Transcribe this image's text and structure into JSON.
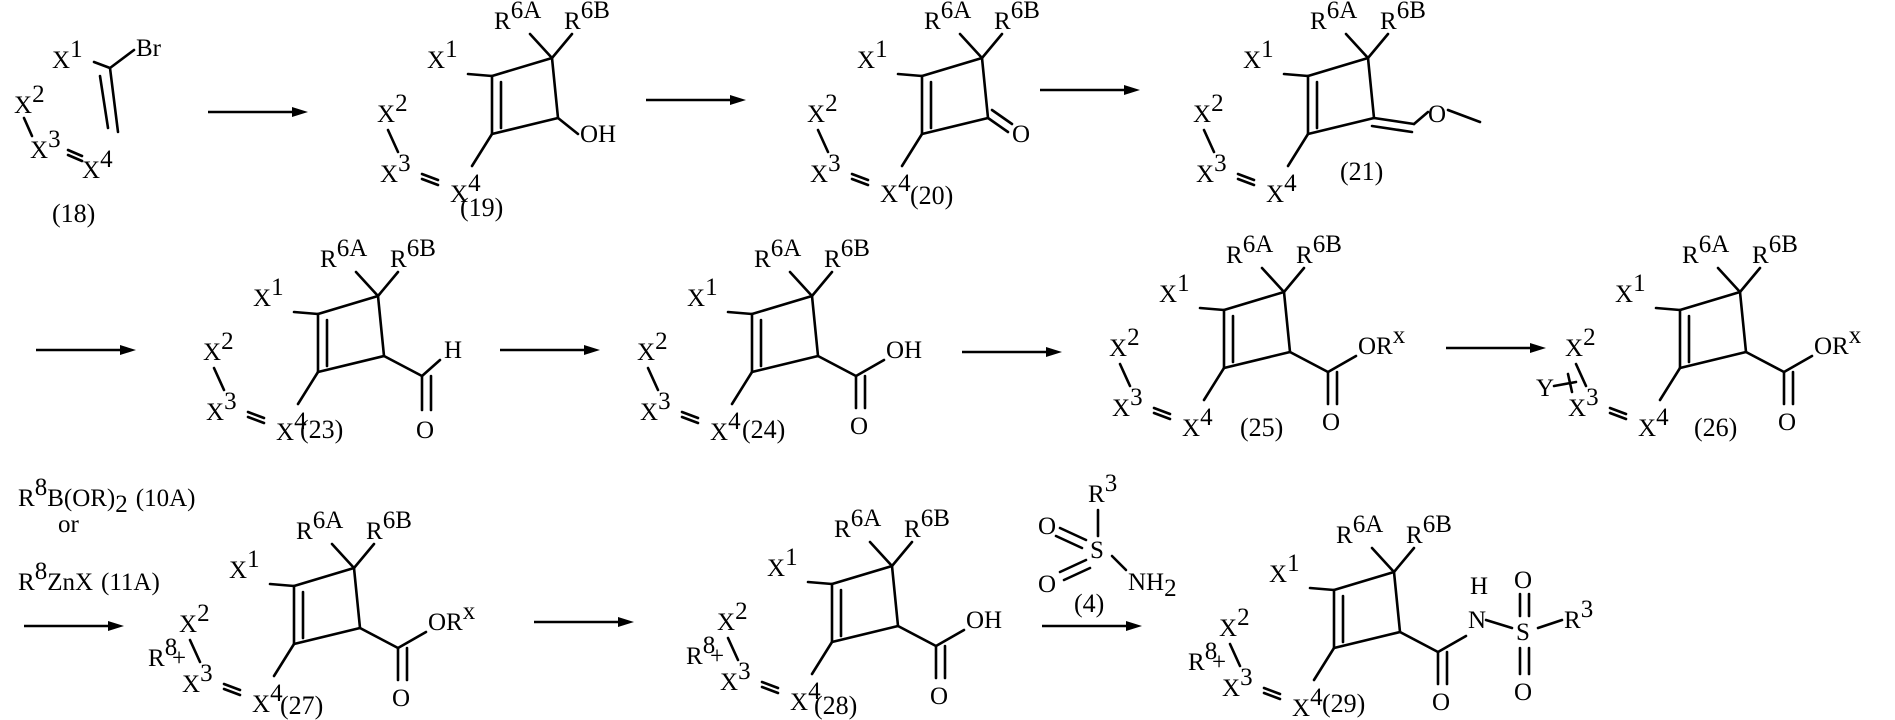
{
  "scheme": {
    "atoms": {
      "x1": "X",
      "x1_sup": "1",
      "x2": "X",
      "x2_sup": "2",
      "x3": "X",
      "x3_sup": "3",
      "x4": "X",
      "x4_sup": "4",
      "r6a": "R",
      "r6a_sup": "6A",
      "r6b": "R",
      "r6b_sup": "6B",
      "br": "Br",
      "oh": "OH",
      "o": "O",
      "h": "H",
      "or": "OR",
      "rx_sup": "x",
      "y": "Y",
      "r8": "R",
      "r8_sup": "8",
      "r3": "R",
      "r3_sup": "3",
      "s": "S",
      "n": "N",
      "nh": "NH",
      "nh_sub": "2",
      "cross": "+"
    },
    "compounds": {
      "c18": "(18)",
      "c19": "(19)",
      "c20": "(20)",
      "c21": "(21)",
      "c23": "(23)",
      "c24": "(24)",
      "c25": "(25)",
      "c26": "(26)",
      "c27": "(27)",
      "c28": "(28)",
      "c29": "(29)",
      "c4": "(4)"
    },
    "reagents": {
      "line1_r": "R",
      "line1_sup": "8",
      "line1_text": "B(OR)",
      "line1_sub": "2",
      "line1_tag": "(10A)",
      "or_word": "or",
      "line2_r": "R",
      "line2_sup": "8",
      "line2_text": "ZnX",
      "line2_tag": "(11A)"
    }
  }
}
